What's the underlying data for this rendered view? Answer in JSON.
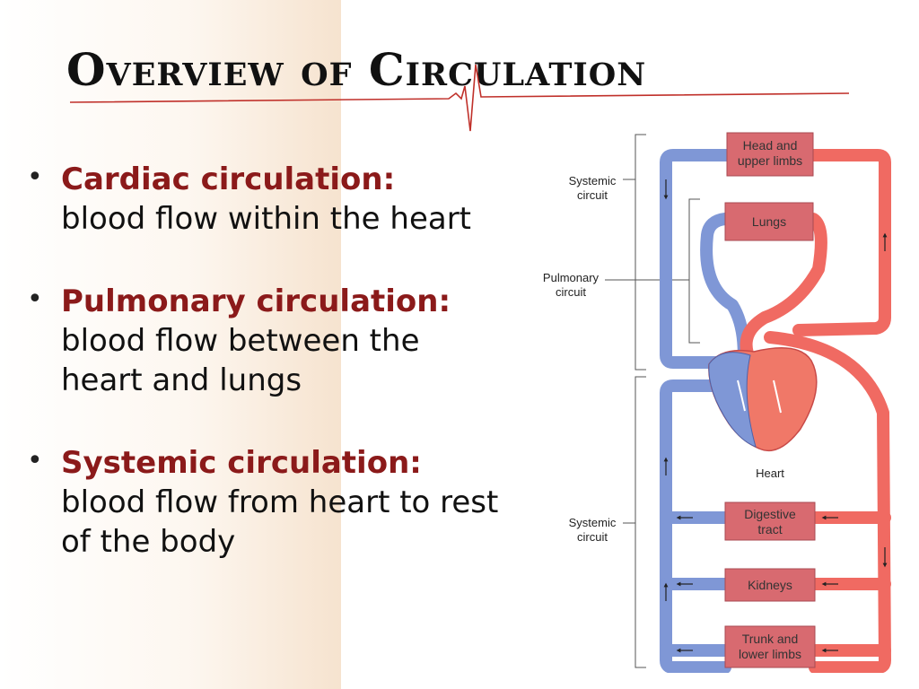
{
  "slide": {
    "title": "Overview of Circulation",
    "bullets": [
      {
        "term": "Cardiac circulation:",
        "desc": "blood flow within the heart"
      },
      {
        "term": "Pulmonary circulation:",
        "desc": "blood flow between the heart and lungs"
      },
      {
        "term": "Systemic circulation:",
        "desc": "blood flow from heart to rest of the body"
      }
    ]
  },
  "diagram": {
    "labels": {
      "systemic_top_1": "Systemic",
      "systemic_top_2": "circuit",
      "pulmonary_1": "Pulmonary",
      "pulmonary_2": "circuit",
      "systemic_bottom_1": "Systemic",
      "systemic_bottom_2": "circuit",
      "heart": "Heart"
    },
    "boxes": {
      "head_1": "Head and",
      "head_2": "upper limbs",
      "lungs": "Lungs",
      "digestive_1": "Digestive",
      "digestive_2": "tract",
      "kidneys": "Kidneys",
      "trunk_1": "Trunk and",
      "trunk_2": "lower limbs"
    },
    "colors": {
      "oxygenated": "#f06a62",
      "deoxygenated": "#7f97d6",
      "box": "#d86a70",
      "accent_text": "#8b1a1a"
    }
  }
}
